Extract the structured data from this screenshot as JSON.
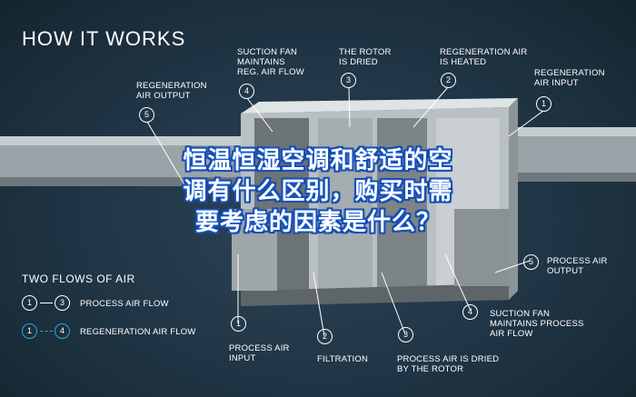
{
  "title": "HOW IT WORKS",
  "labels": {
    "regen_output": "REGENERATION\nAIR OUTPUT",
    "suction_fan_regen": "SUCTION FAN\nMAINTAINS\nREG. AIR FLOW",
    "rotor_dried": "THE ROTOR\nIS DRIED",
    "regen_heated": "REGENERATION AIR\nIS HEATED",
    "regen_input": "REGENERATION\nAIR INPUT",
    "process_output": "PROCESS AIR\nOUTPUT",
    "suction_fan_process": "SUCTION FAN\nMAINTAINS PROCESS\nAIR FLOW",
    "process_input": "PROCESS AIR\nINPUT",
    "filtration": "FILTRATION",
    "process_dried": "PROCESS AIR IS DRIED\nBY THE ROTOR"
  },
  "badges": {
    "regen_output": "5",
    "suction_fan_regen": "4",
    "rotor_dried": "3",
    "regen_heated": "2",
    "regen_input": "1",
    "process_output": "5",
    "suction_fan_process": "4",
    "process_input": "1",
    "filtration": "2",
    "process_dried": "3"
  },
  "flows": {
    "title": "TWO FLOWS OF AIR",
    "items": [
      {
        "from": "1",
        "to": "3",
        "label": "PROCESS AIR FLOW"
      },
      {
        "from": "1",
        "to": "4",
        "label": "REGENERATION AIR FLOW"
      }
    ]
  },
  "overlay_lines": [
    "恒温恒湿空调和舒适的空",
    "调有什么区别，购买时需",
    "要考虑的因素是什么？"
  ],
  "colors": {
    "badge_process": "#ffffff",
    "badge_regen_dash": "#2aa9e0",
    "overlay_stroke": "#1749a8"
  }
}
